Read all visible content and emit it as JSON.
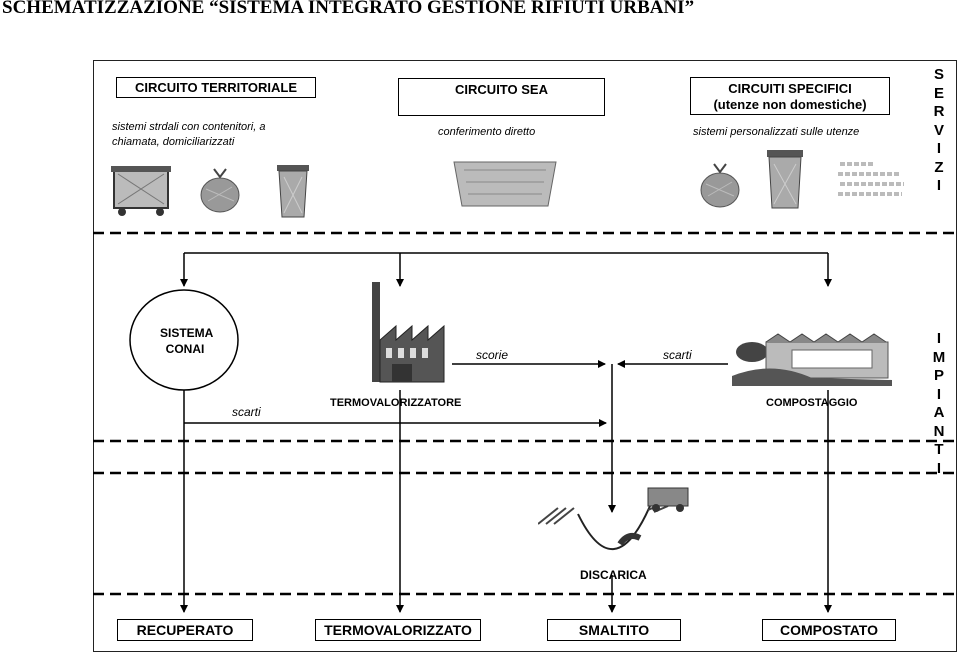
{
  "title": "SCHEMATIZZAZIONE “SISTEMA INTEGRATO GESTIONE RIFIUTI URBANI”",
  "circuits": {
    "territoriale": {
      "title": "CIRCUITO TERRITORIALE",
      "desc_line1": "sistemi strdali con contenitori, a",
      "desc_line2": "chiamata, domiciliarizzati"
    },
    "sea": {
      "title": "CIRCUITO SEA",
      "desc": "conferimento diretto"
    },
    "specifici": {
      "title_line1": "CIRCUITI SPECIFICI",
      "title_line2": "(utenze non domestiche)",
      "desc": "sistemi personalizzati sulle utenze"
    }
  },
  "side_labels": {
    "servizi": [
      "S",
      "E",
      "R",
      "V",
      "I",
      "Z",
      "I"
    ],
    "impianti": [
      "I",
      "M",
      "P",
      "I",
      "A",
      "N",
      "T",
      "I"
    ]
  },
  "nodes": {
    "conai_line1": "SISTEMA",
    "conai_line2": "CONAI",
    "termovalorizzatore": "TERMOVALORIZZATORE",
    "compostaggio": "COMPOSTAGGIO",
    "discarica": "DISCARICA"
  },
  "flow_labels": {
    "scarti_conai": "scarti",
    "scorie": "scorie",
    "scarti_compost": "scarti"
  },
  "outputs": [
    "RECUPERATO",
    "TERMOVALORIZZATO",
    "SMALTITO",
    "COMPOSTATO"
  ],
  "icons": [
    "dumpster-icon",
    "waste-bag-icon",
    "bin-icon",
    "container-icon",
    "waste-bag-icon",
    "bin-icon",
    "document-icon",
    "factory-icon",
    "compost-plant-icon",
    "landfill-icon"
  ]
}
